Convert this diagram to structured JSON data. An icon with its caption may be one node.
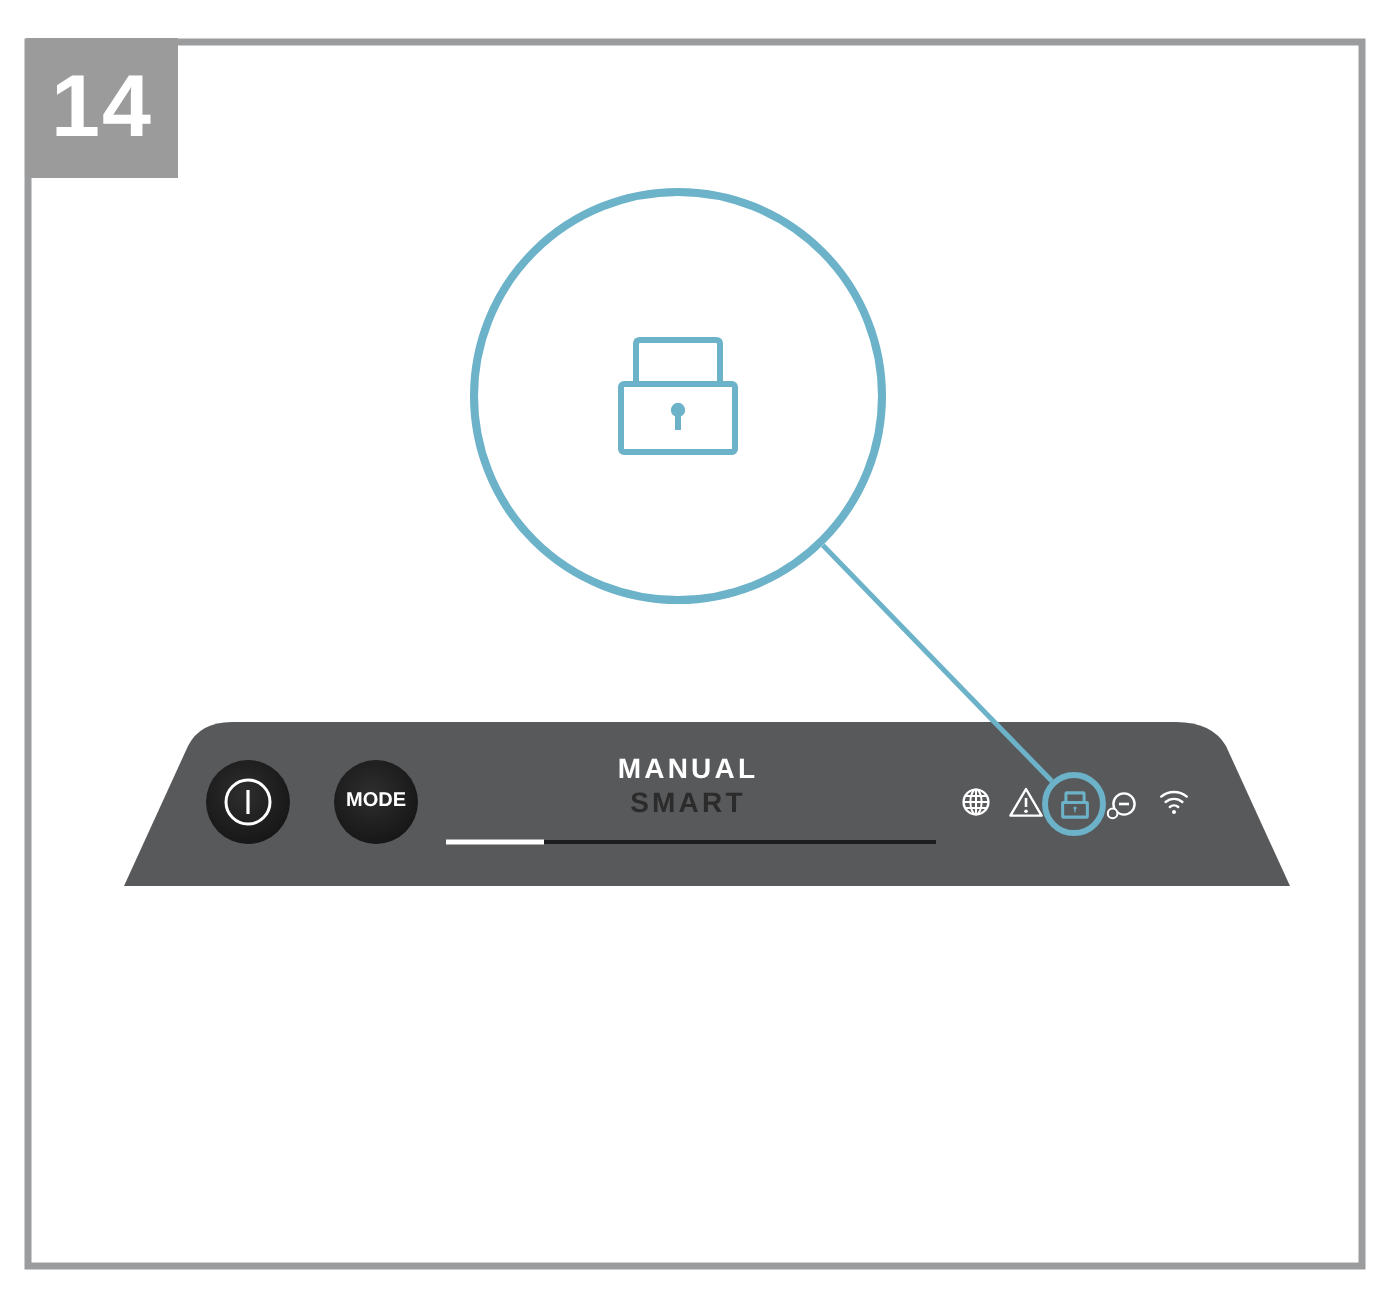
{
  "diagram": {
    "nodes": [
      {
        "text": [],
        "shape": "circle"
      },
      {
        "text": [],
        "shape": "circle"
      }
    ],
    "edges": [
      {
        "from": 0,
        "to": 1,
        "arrow": "none"
      }
    ],
    "labels": [
      "14",
      "MODE",
      "MANUAL",
      "SMART"
    ]
  }
}
